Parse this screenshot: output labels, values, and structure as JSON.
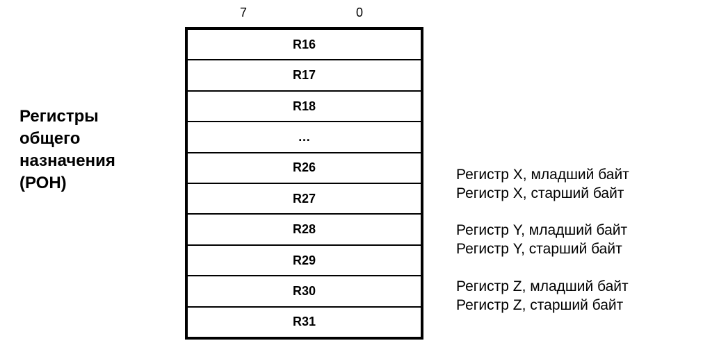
{
  "bits": {
    "high": "7",
    "low": "0"
  },
  "title": {
    "lines": [
      "Регистры",
      "общего",
      "назначения",
      "(РОН)"
    ]
  },
  "registers": [
    "R16",
    "R17",
    "R18",
    "…",
    "R26",
    "R27",
    "R28",
    "R29",
    "R30",
    "R31"
  ],
  "descriptions": {
    "x_low": "Регистр X, младший байт",
    "x_high": "Регистр X, старший байт",
    "y_low": "Регистр Y, младший байт",
    "y_high": "Регистр Y, старший байт",
    "z_low": "Регистр Z, младший байт",
    "z_high": "Регистр Z, старший байт"
  }
}
